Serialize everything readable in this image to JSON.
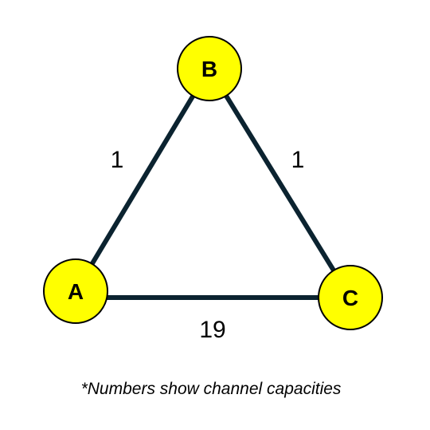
{
  "diagram": {
    "nodes": {
      "a": {
        "label": "A"
      },
      "b": {
        "label": "B"
      },
      "c": {
        "label": "C"
      }
    },
    "edges": {
      "ab": {
        "capacity": "1"
      },
      "bc": {
        "capacity": "1"
      },
      "ac": {
        "capacity": "19"
      }
    },
    "footnote": "*Numbers show channel capacities",
    "colors": {
      "node_fill": "#ffff00",
      "node_stroke": "#000000",
      "edge_stroke": "#0b2330",
      "text": "#000000"
    }
  }
}
